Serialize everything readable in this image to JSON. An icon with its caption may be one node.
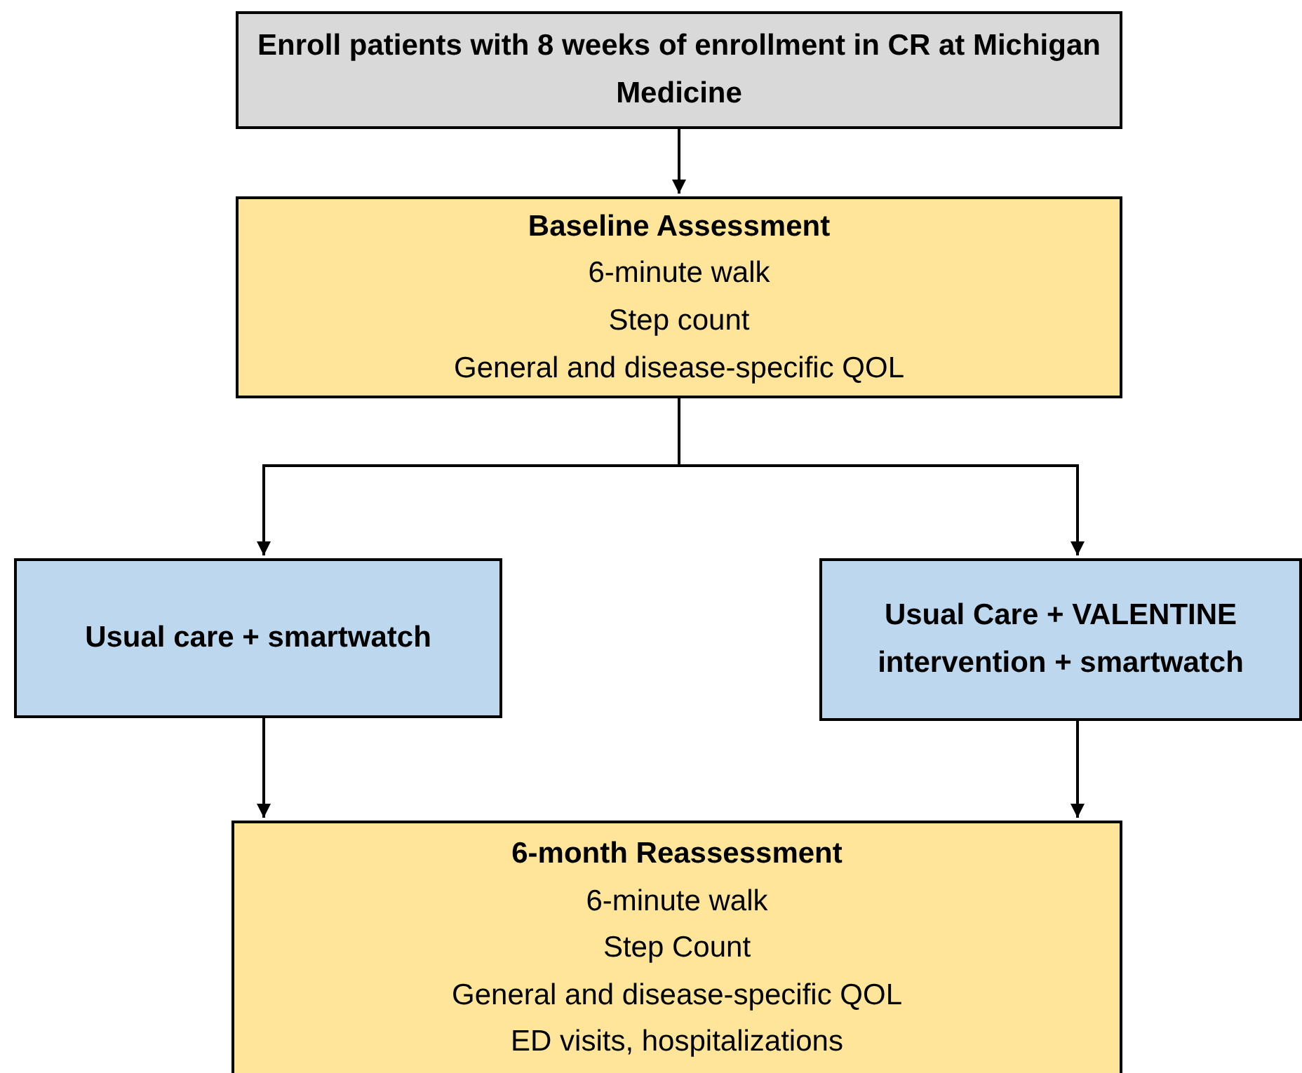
{
  "diagram": {
    "nodes": [
      {
        "text": [
          "Enroll patients with 8 weeks of enrollment in CR at Michigan Medicine"
        ]
      },
      {
        "text": [
          "Baseline Assessment",
          "6-minute walk",
          "Step count",
          "General and disease-specific QOL"
        ]
      },
      {
        "text": [
          "Usual care + smartwatch"
        ]
      },
      {
        "text": [
          "Usual Care + VALENTINE intervention + smartwatch"
        ]
      },
      {
        "text": [
          "6-month Reassessment",
          "6-minute walk",
          "Step Count",
          "General and disease-specific QOL",
          "ED visits, hospitalizations"
        ]
      }
    ],
    "edges": [
      {
        "from": 0,
        "to": 1,
        "arrow": "to"
      },
      {
        "from": 1,
        "to": 2,
        "arrow": "to"
      },
      {
        "from": 1,
        "to": 3,
        "arrow": "to"
      },
      {
        "from": 2,
        "to": 4,
        "arrow": "to"
      },
      {
        "from": 3,
        "to": 4,
        "arrow": "to"
      }
    ]
  }
}
